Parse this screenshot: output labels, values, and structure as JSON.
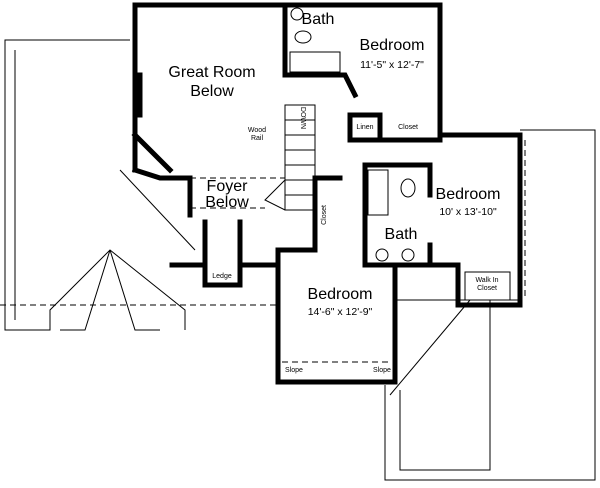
{
  "rooms": {
    "great_room": {
      "label1": "Great Room",
      "label2": "Below"
    },
    "foyer": {
      "label1": "Foyer",
      "label2": "Below"
    },
    "bath_upper": {
      "label": "Bath"
    },
    "bedroom_1": {
      "label": "Bedroom",
      "size": "11'-5\" x 12'-7\""
    },
    "bedroom_2": {
      "label": "Bedroom",
      "size": "10' x 13'-10\""
    },
    "bath_lower": {
      "label": "Bath"
    },
    "bedroom_3": {
      "label": "Bedroom",
      "size": "14'-6\" x 12'-9\""
    },
    "linen": {
      "label": "Linen"
    },
    "closet_1": {
      "label": "Closet"
    },
    "closet_2": {
      "label": "Closet"
    },
    "walk_in_closet": {
      "label1": "Walk In",
      "label2": "Closet"
    },
    "ledge": {
      "label": "Ledge"
    },
    "slope_left": {
      "label": "Slope"
    },
    "slope_right": {
      "label": "Slope"
    }
  },
  "annotations": {
    "stair": "DOWN",
    "rail1": "Wood",
    "rail2": "Rail"
  }
}
